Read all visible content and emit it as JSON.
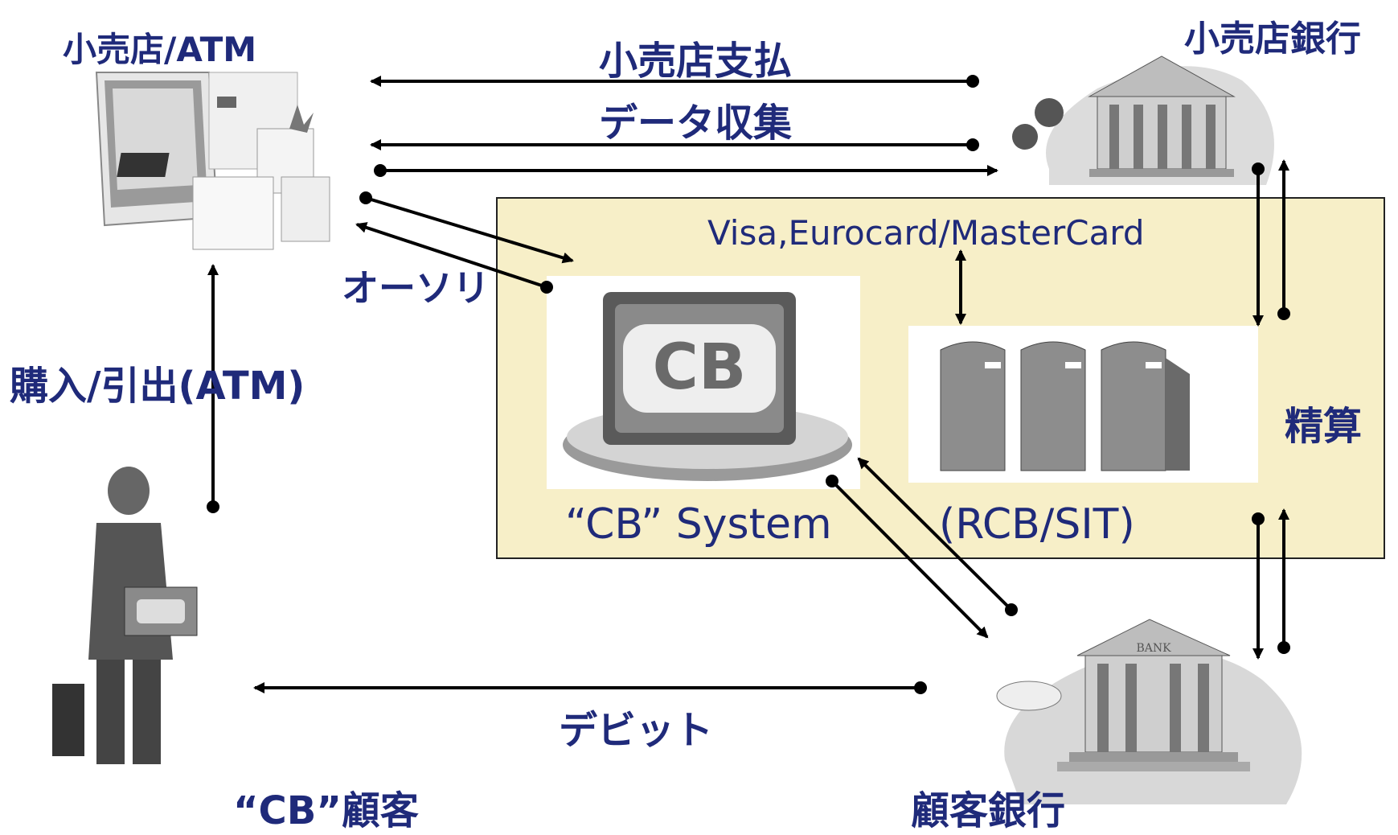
{
  "labels": {
    "retailer_atm": "小売店/ATM",
    "retail_bank": "小売店銀行",
    "retail_payment": "小売店支払",
    "data_collection": "データ収集",
    "authorization": "オーソリ",
    "networks": "Visa,Eurocard/MasterCard",
    "purchase_withdrawal": "購入/引出(ATM)",
    "settlement": "精算",
    "cb_system": "“CB” System",
    "rcb_sit": "(RCB/SIT)",
    "debit": "デビット",
    "cb_customer": "“CB”顧客",
    "customer_bank": "顧客銀行",
    "cb_logo": "CB",
    "bank_sign": "BANK"
  },
  "colors": {
    "label_text": "#1f2a7a",
    "panel_fill": "#f7efc8",
    "line": "#000000"
  },
  "icons": [
    "atm-icon",
    "bank-building-icon",
    "cb-card-terminal-icon",
    "server-rack-icon",
    "businessman-icon"
  ]
}
